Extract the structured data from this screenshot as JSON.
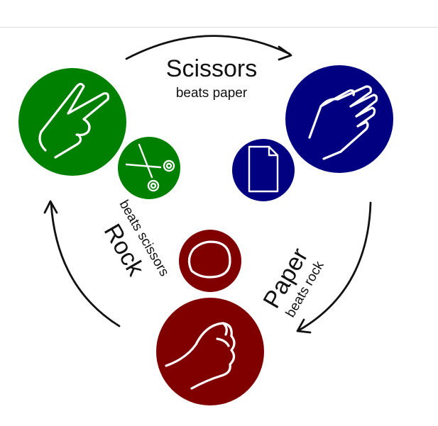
{
  "diagram": {
    "colors": {
      "scissors": "#008000",
      "paper": "#000080",
      "rock": "#800000",
      "icon": "#ffffff",
      "arrow": "#111111"
    },
    "scissors": {
      "title": "Scissors",
      "subtitle": "beats paper",
      "icons": [
        "peace-hand-icon",
        "scissors-icon"
      ]
    },
    "paper": {
      "title": "Paper",
      "subtitle": "beats rock",
      "icons": [
        "flat-hand-icon",
        "document-icon"
      ]
    },
    "rock": {
      "title": "Rock",
      "subtitle": "beats scissors",
      "icons": [
        "fist-icon",
        "stone-icon"
      ]
    }
  }
}
